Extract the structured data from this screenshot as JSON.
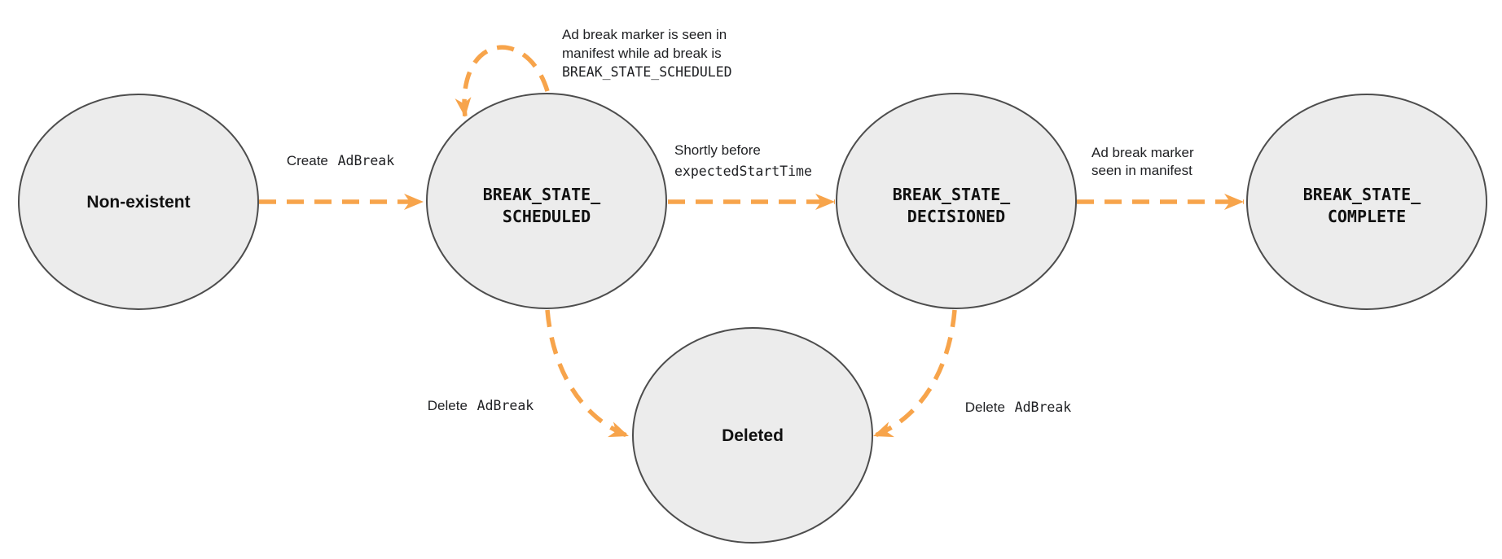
{
  "diagram": {
    "colors": {
      "arrow": "#F7A44B",
      "node_fill": "#ececec",
      "node_stroke": "#4d4d4d",
      "node_text": "#111111",
      "edge_text": "#202124"
    },
    "nodes": {
      "non_existent": {
        "label": "Non-existent"
      },
      "scheduled": {
        "line1": "BREAK_STATE_",
        "line2": "SCHEDULED"
      },
      "decisioned": {
        "line1": "BREAK_STATE_",
        "line2": "DECISIONED"
      },
      "complete": {
        "line1": "BREAK_STATE_",
        "line2": "COMPLETE"
      },
      "deleted": {
        "label": "Deleted"
      }
    },
    "edges": {
      "create_adbreak": {
        "plain": "Create",
        "code": "AdBreak"
      },
      "scheduled_self_loop": {
        "line1": "Ad break marker is seen in",
        "line2": "manifest while ad break is",
        "line3_code": "BREAK_STATE_SCHEDULED"
      },
      "shortly_before": {
        "plain": "Shortly before",
        "code": "expectedStartTime"
      },
      "marker_seen": {
        "line1": "Ad break marker",
        "line2": "seen in manifest"
      },
      "delete_adbreak_left": {
        "plain": "Delete",
        "code": "AdBreak"
      },
      "delete_adbreak_right": {
        "plain": "Delete",
        "code": "AdBreak"
      }
    }
  }
}
